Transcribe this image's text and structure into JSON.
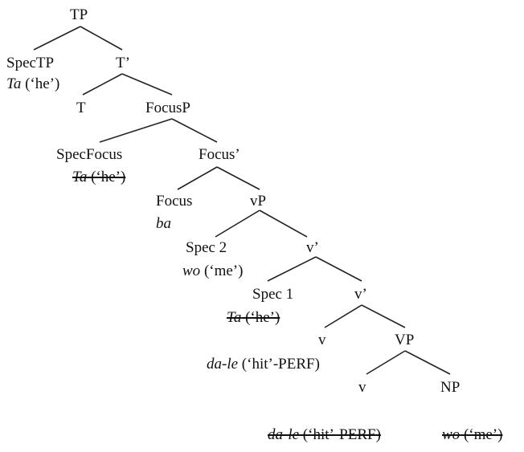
{
  "tree": {
    "tp": "TP",
    "spec_tp": "SpecTP",
    "spec_tp_word": "Ta",
    "spec_tp_gloss": " (‘he’)",
    "t_bar": "T’",
    "t": "T",
    "focus_p": "FocusP",
    "spec_focus": "SpecFocus",
    "spec_focus_trace_word": "Ta",
    "spec_focus_trace_gloss": " (‘he’)",
    "focus_bar": "Focus’",
    "focus": "Focus",
    "focus_word": "ba",
    "vp_little": "vP",
    "spec2": "Spec 2",
    "spec2_word": "wo",
    "spec2_gloss": " (‘me’)",
    "v_bar_1": "v’",
    "spec1": "Spec 1",
    "spec1_trace_word": "Ta",
    "spec1_trace_gloss": " (‘he’)",
    "v_bar_2": "v’",
    "v_little": "v",
    "v_little_word": "da-le",
    "v_little_gloss": " (‘hit’-PERF)",
    "vp_big": "VP",
    "v_big": "v",
    "np": "NP",
    "v_trace_word": "da-le",
    "v_trace_gloss": " (‘hit’-PERF)",
    "np_trace_word": "wo",
    "np_trace_gloss": " (‘me’)"
  }
}
